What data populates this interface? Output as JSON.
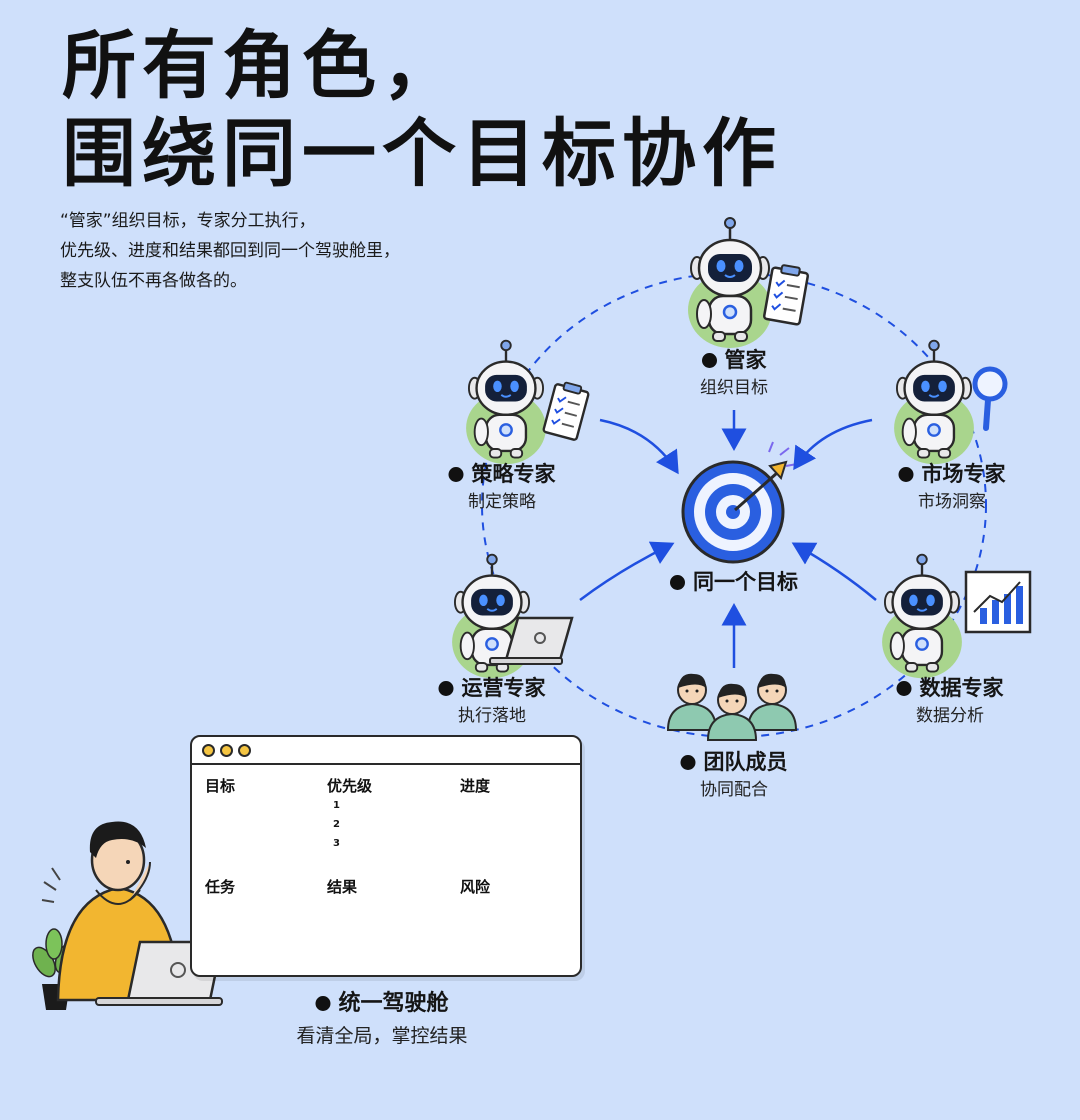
{
  "header": {
    "title_line1": "所有角色，",
    "title_line2": "围绕同一个目标协作",
    "subtitle_lines": [
      "“管家”组织目标，专家分工执行，",
      "优先级、进度和结果都回到同一个驾驶舱里，",
      "整支队伍不再各做各的。"
    ]
  },
  "diagram": {
    "center": {
      "name": "同一个目标"
    },
    "nodes": [
      {
        "id": "butler",
        "name": "管家",
        "desc": "组织目标"
      },
      {
        "id": "strategy",
        "name": "策略专家",
        "desc": "制定策略"
      },
      {
        "id": "market",
        "name": "市场专家",
        "desc": "市场洞察"
      },
      {
        "id": "operations",
        "name": "运营专家",
        "desc": "执行落地"
      },
      {
        "id": "data",
        "name": "数据专家",
        "desc": "数据分析"
      },
      {
        "id": "team",
        "name": "团队成员",
        "desc": "协同配合"
      }
    ]
  },
  "dashboard": {
    "panels": [
      "目标",
      "优先级",
      "进度",
      "任务",
      "结果",
      "风险"
    ],
    "priority_marks": [
      "1",
      "2",
      "3"
    ],
    "name": "统一驾驶舱",
    "desc": "看清全局，掌控结果"
  },
  "colors": {
    "background": "#cfe0fb",
    "accent_blue": "#1f4fe0",
    "green_blob": "#a9d58d",
    "hoodie_yellow": "#f2b630",
    "warning_yellow": "#f5c542"
  },
  "icons": [
    "robot-icon",
    "clipboard-icon",
    "magnifier-icon",
    "chart-board-icon",
    "laptop-icon",
    "target-icon",
    "arrow-icon",
    "people-icon",
    "person-icon",
    "plant-icon",
    "pie-chart-icon",
    "warning-icon",
    "checkbox-icon"
  ]
}
